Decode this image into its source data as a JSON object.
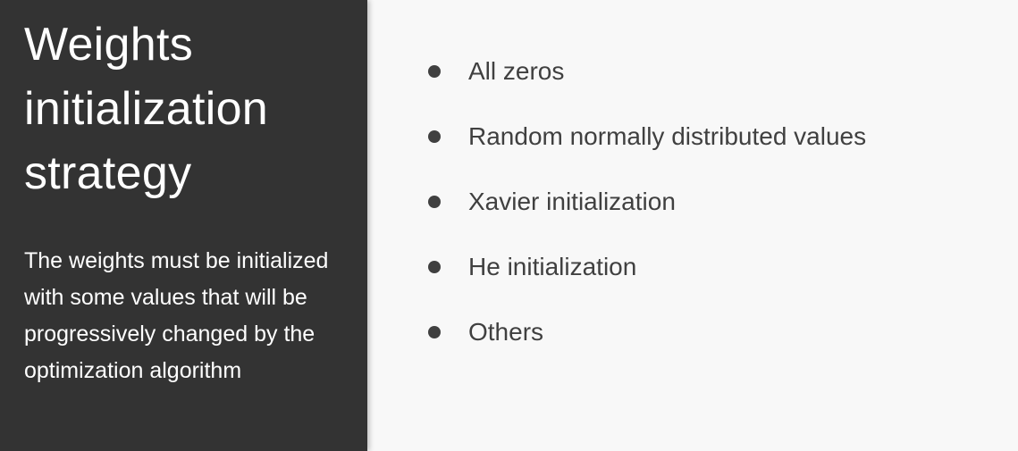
{
  "slide": {
    "title": "Weights initialization strategy",
    "description": "The weights must be initialized with some values that will be progressively changed by the optimization algorithm",
    "bullets": [
      "All zeros",
      "Random normally distributed values",
      "Xavier initialization",
      "He initialization",
      "Others"
    ]
  },
  "colors": {
    "panel_dark": "#333333",
    "background_light": "#f8f8f8",
    "title_text": "#ffffff",
    "bullet_text": "#404040"
  }
}
